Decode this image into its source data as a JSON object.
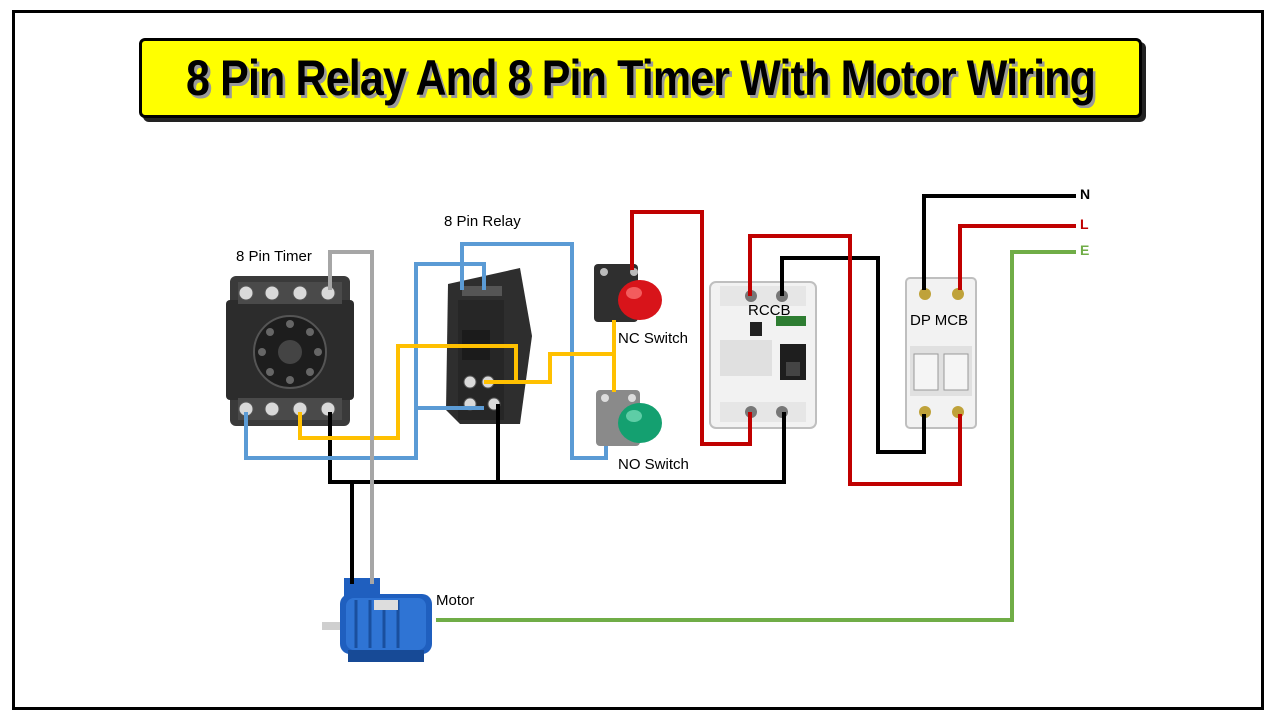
{
  "title": "8 Pin Relay And 8 Pin Timer With Motor Wiring",
  "labels": {
    "timer": "8 Pin Timer",
    "relay": "8 Pin Relay",
    "nc_switch": "NC Switch",
    "no_switch": "NO Switch",
    "rccb": "RCCB",
    "mcb": "DP MCB",
    "motor": "Motor"
  },
  "supply_lines": {
    "neutral": "N",
    "live": "L",
    "earth": "E"
  },
  "wire_colors": {
    "neutral": "#000000",
    "live": "#c00000",
    "earth": "#70ad47",
    "control_blue": "#5b9bd5",
    "control_yellow": "#ffc000",
    "timer_gray": "#a6a6a6"
  }
}
